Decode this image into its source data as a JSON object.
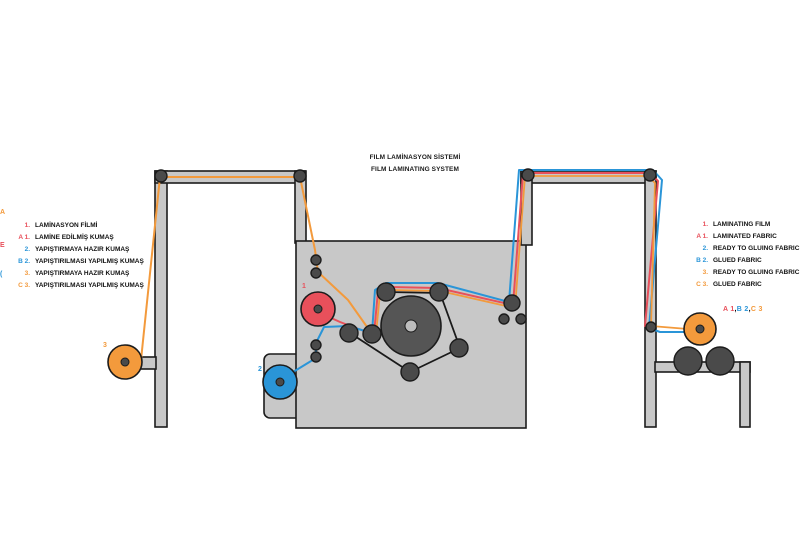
{
  "colors": {
    "red": "#e8505b",
    "orange": "#f39a3c",
    "blue": "#2a95d8",
    "frame_fill": "#c8c8c8",
    "frame_stroke": "#1c1c1c",
    "roller": "#4a4a4a"
  },
  "titles": {
    "tr": "FILM LAMİNASYON SİSTEMİ",
    "en": "FILM LAMINATING SYSTEM"
  },
  "legend_tr": [
    {
      "num": "1.",
      "text": "LAMİNASYON FİLMİ",
      "color": "red"
    },
    {
      "num": "A 1.",
      "text": "LAMİNE EDİLMİŞ KUMAŞ",
      "color": "red"
    },
    {
      "num": "2.",
      "text": "YAPIŞTIRMAYA HAZIR KUMAŞ",
      "color": "blue"
    },
    {
      "num": "B 2.",
      "text": "YAPIŞTIRILMASI YAPILMIŞ KUMAŞ",
      "color": "blue"
    },
    {
      "num": "3.",
      "text": "YAPIŞTIRMAYA HAZIR KUMAŞ",
      "color": "orange"
    },
    {
      "num": "C 3.",
      "text": "YAPIŞTIRILMASI YAPILMIŞ KUMAŞ",
      "color": "orange"
    }
  ],
  "legend_en": [
    {
      "num": "1.",
      "text": "LAMINATING FILM",
      "color": "red"
    },
    {
      "num": "A 1.",
      "text": "LAMINATED FABRIC",
      "color": "red"
    },
    {
      "num": "2.",
      "text": "READY TO GLUING FABRIC",
      "color": "blue"
    },
    {
      "num": "B 2.",
      "text": "GLUED FABRIC",
      "color": "blue"
    },
    {
      "num": "3.",
      "text": "READY TO GLUING FABRIC",
      "color": "orange"
    },
    {
      "num": "C 3.",
      "text": "GLUED FABRIC",
      "color": "orange"
    }
  ],
  "edge_marks": [
    "A",
    "E",
    "("
  ],
  "roll_labels": {
    "film": "1",
    "blue": "2",
    "orange": "3"
  },
  "output_label": {
    "a": "A 1",
    "sep1": ",",
    "b": "B 2",
    "sep2": ",",
    "c": "C 3"
  }
}
